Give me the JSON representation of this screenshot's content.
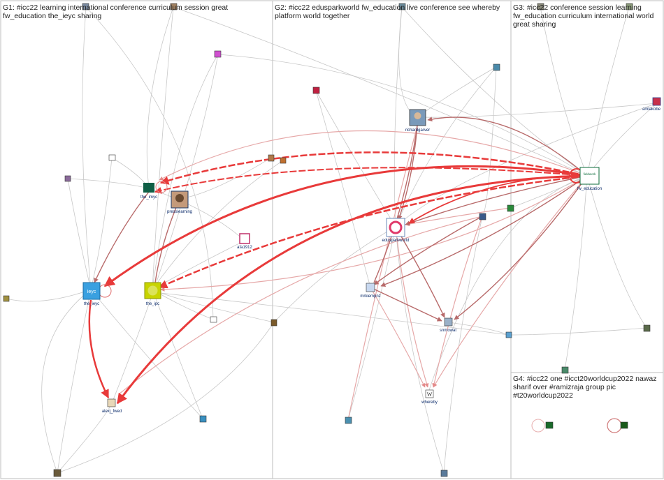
{
  "groups": [
    {
      "id": "G1",
      "label": "G1: #icc22 learning international conference curriculum session great fw_education the_ieyc sharing"
    },
    {
      "id": "G2",
      "label": "G2: #icc22 edusparkworld fw_education live conference see whereby platform world together"
    },
    {
      "id": "G3",
      "label": "G3: #icc22 conference session learning fw_education curriculum international world great sharing"
    },
    {
      "id": "G4",
      "label": "G4: #icc22 one #icct20worldcup2022 nawaz sharif over #ramizraja group pic #t20worldcup2022"
    }
  ],
  "nodes": [
    {
      "id": "fw_education",
      "label": "fw_education",
      "color": "#0b6b3a"
    },
    {
      "id": "the_ieyc",
      "label": "the_ieyc",
      "color": "#3aa0e0"
    },
    {
      "id": "the_ipc",
      "label": "the_ipc",
      "color": "#c8d400"
    },
    {
      "id": "the_imyc",
      "label": "the_imyc",
      "color": "#0e5e45"
    },
    {
      "id": "presslearning",
      "label": "presslearning",
      "color": "#7a5a3a"
    },
    {
      "id": "afa1912",
      "label": "afa1912",
      "color": "#c0306a"
    },
    {
      "id": "alexj_fwed",
      "label": "alexj_fwed",
      "color": "#b08a6a"
    },
    {
      "id": "richardgarver",
      "label": "richardgarver",
      "color": "#4a6a8a"
    },
    {
      "id": "edusparkworld",
      "label": "edusparkworld",
      "color": "#e03a6a"
    },
    {
      "id": "mrkiempnz",
      "label": "mrkiempnz",
      "color": "#6a8aba"
    },
    {
      "id": "snmowat",
      "label": "snmowat",
      "color": "#3a5a7a"
    },
    {
      "id": "whereby",
      "label": "whereby",
      "color": "#222222"
    },
    {
      "id": "amlakobe",
      "label": "amlakobe",
      "color": "#2a3a8a"
    },
    {
      "id": "n_g1_top1",
      "label": "",
      "color": "#7a8aa0"
    },
    {
      "id": "n_g1_top2",
      "label": "",
      "color": "#a08060"
    },
    {
      "id": "n_g1_pink",
      "label": "",
      "color": "#d050d0"
    },
    {
      "id": "n_g1_a",
      "label": "",
      "color": "#8a6a9a"
    },
    {
      "id": "n_g1_b",
      "label": "",
      "color": "#5a4a7a"
    },
    {
      "id": "n_g1_c",
      "label": "",
      "color": "#b07a4a"
    },
    {
      "id": "n_g1_d",
      "label": "",
      "color": "#c07030"
    },
    {
      "id": "n_g1_e",
      "label": "",
      "color": "#3a3a5a"
    },
    {
      "id": "n_g1_left",
      "label": "",
      "color": "#a09040"
    },
    {
      "id": "n_g1_bot",
      "label": "",
      "color": "#3a90c0"
    },
    {
      "id": "n_g1_corner",
      "label": "",
      "color": "#6a5a3a"
    },
    {
      "id": "n_g2_red",
      "label": "",
      "color": "#c02040"
    },
    {
      "id": "n_g2_top",
      "label": "",
      "color": "#6a8a9a"
    },
    {
      "id": "n_g2_tr",
      "label": "",
      "color": "#4a8aaa"
    },
    {
      "id": "n_g2_mid",
      "label": "",
      "color": "#3a5a8a"
    },
    {
      "id": "n_g2_small",
      "label": "",
      "color": "#7a5a2a"
    },
    {
      "id": "n_g2_bl",
      "label": "",
      "color": "#4a90b0"
    },
    {
      "id": "n_g2_bot",
      "label": "",
      "color": "#5a7a9a"
    },
    {
      "id": "n_g2_right",
      "label": "",
      "color": "#5aa0d0"
    },
    {
      "id": "n_g3_top",
      "label": "",
      "color": "#8a8a7a"
    },
    {
      "id": "n_g3_top2",
      "label": "",
      "color": "#8a9a7a"
    },
    {
      "id": "n_g3_a",
      "label": "",
      "color": "#2a8a3a"
    },
    {
      "id": "n_g3_r",
      "label": "",
      "color": "#5a6a4a"
    },
    {
      "id": "n_g3_b",
      "label": "",
      "color": "#4a8a6a"
    },
    {
      "id": "n_g4_1",
      "label": "",
      "color": "#1a6a2a"
    },
    {
      "id": "n_g4_2",
      "label": "",
      "color": "#1a5a1a"
    }
  ]
}
